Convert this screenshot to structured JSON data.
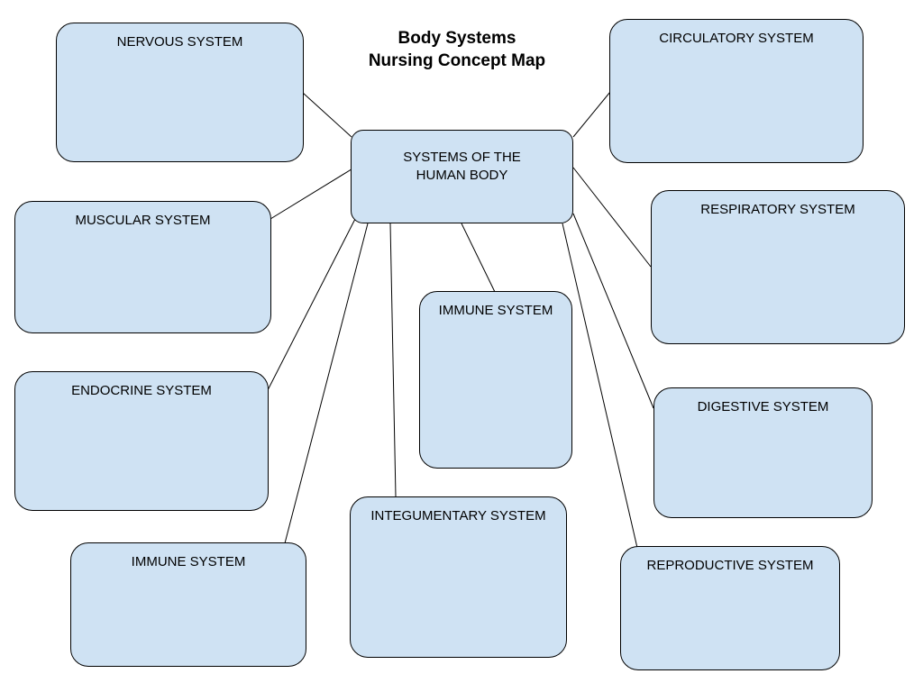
{
  "title": {
    "line1": "Body Systems",
    "line2": "Nursing Concept Map"
  },
  "center": {
    "line1": "SYSTEMS OF THE",
    "line2": "HUMAN BODY"
  },
  "nodes": [
    {
      "id": "nervous",
      "label": "NERVOUS SYSTEM"
    },
    {
      "id": "circulatory",
      "label": "CIRCULATORY SYSTEM"
    },
    {
      "id": "muscular",
      "label": "MUSCULAR SYSTEM"
    },
    {
      "id": "respiratory",
      "label": "RESPIRATORY SYSTEM"
    },
    {
      "id": "immune-center",
      "label": "IMMUNE SYSTEM"
    },
    {
      "id": "endocrine",
      "label": "ENDOCRINE SYSTEM"
    },
    {
      "id": "digestive",
      "label": "DIGESTIVE SYSTEM"
    },
    {
      "id": "integumentary",
      "label": "INTEGUMENTARY SYSTEM"
    },
    {
      "id": "immune-bottom",
      "label": "IMMUNE SYSTEM"
    },
    {
      "id": "reproductive",
      "label": "REPRODUCTIVE SYSTEM"
    }
  ],
  "colors": {
    "node_fill": "#cfe2f3",
    "node_border": "#000000",
    "connector": "#000000"
  }
}
